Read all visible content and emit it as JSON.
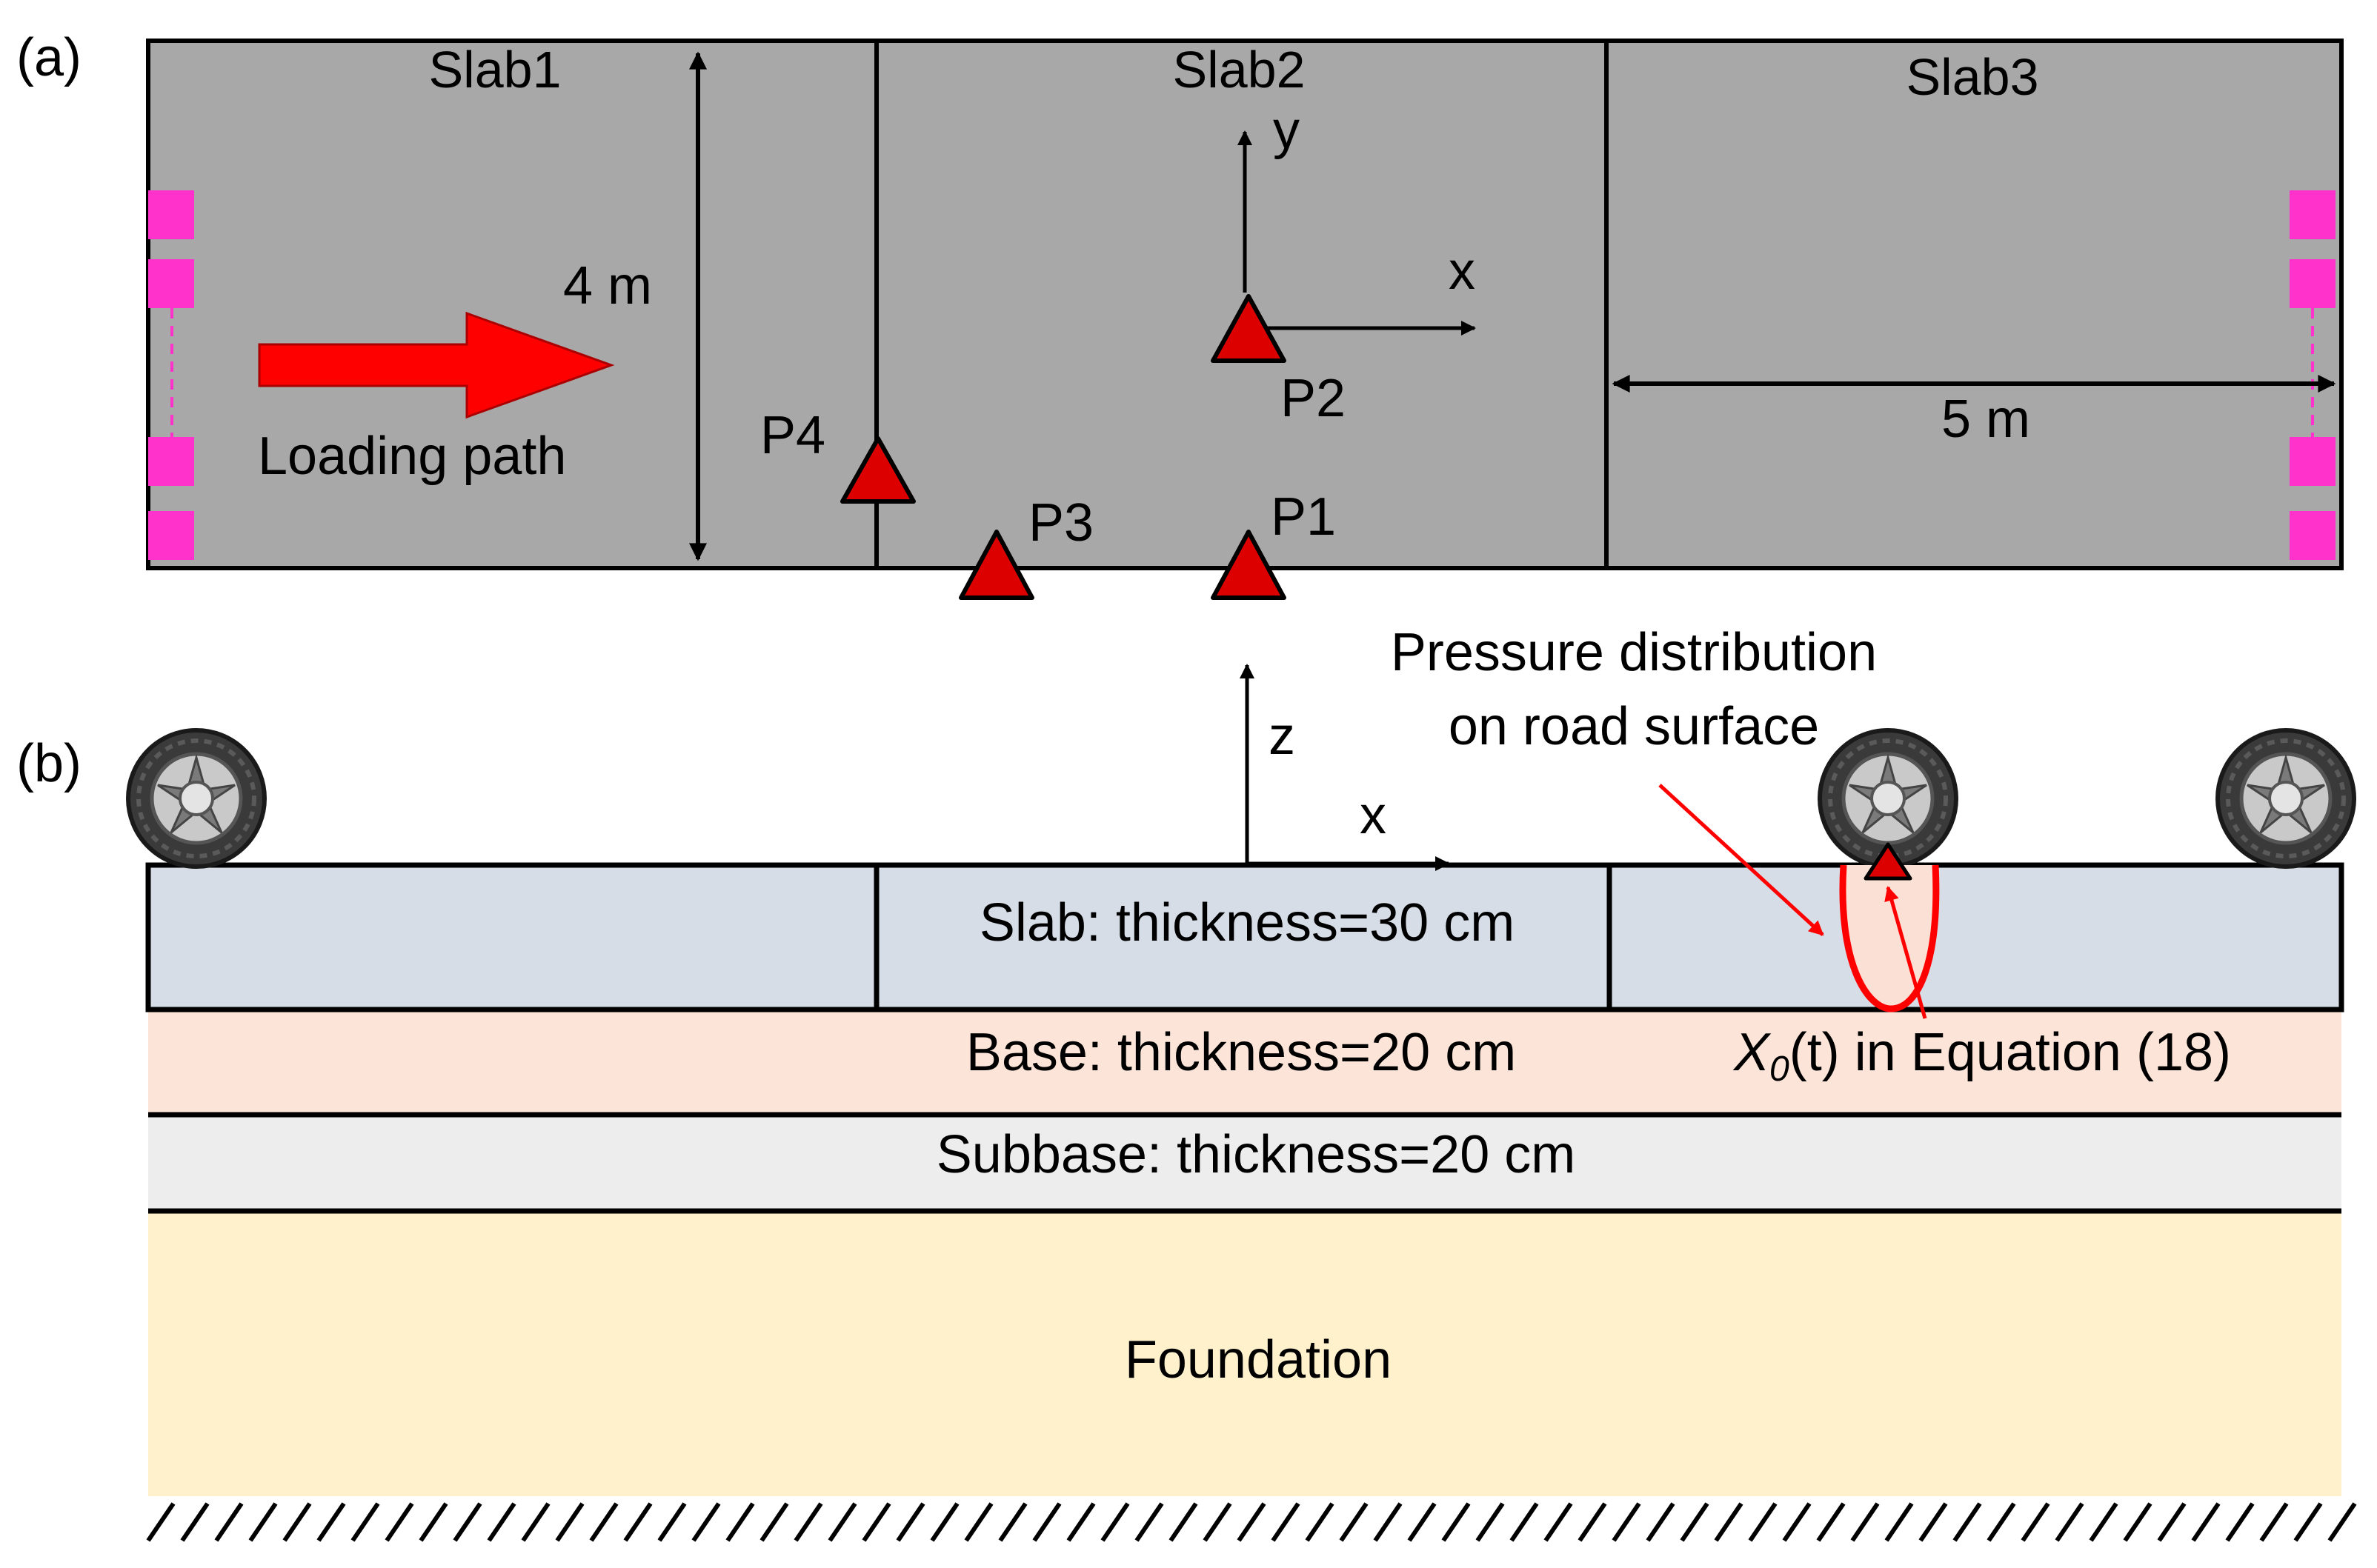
{
  "panel_a": {
    "tag": "(a)",
    "slab_labels": [
      "Slab1",
      "Slab2",
      "Slab3"
    ],
    "width_label": "4 m",
    "length_label": "5 m",
    "loading_path_label": "Loading path",
    "axis_x": "x",
    "axis_y": "y",
    "points": [
      "P1",
      "P2",
      "P3",
      "P4"
    ]
  },
  "panel_b": {
    "tag": "(b)",
    "axis_z": "z",
    "axis_x": "x",
    "pressure_label_line1": "Pressure distribution",
    "pressure_label_line2": "on road surface",
    "x0_symbol": "X",
    "x0_subscript": "0",
    "x0_rest": "(t) in Equation (18)",
    "layers": {
      "slab": "Slab: thickness=30 cm",
      "base": "Base: thickness=20 cm",
      "subbase": "Subbase: thickness=20 cm",
      "foundation": "Foundation"
    }
  },
  "colors": {
    "slab_top_fill": "#a8a8a8",
    "slab_section_fill": "#d6dde6",
    "base_fill": "#fce5d8",
    "subbase_fill": "#ededed",
    "foundation_fill": "#fef1cc",
    "marker_fill": "#ff33cc",
    "accent_red": "#ff0000",
    "point_fill": "#dd0000"
  }
}
